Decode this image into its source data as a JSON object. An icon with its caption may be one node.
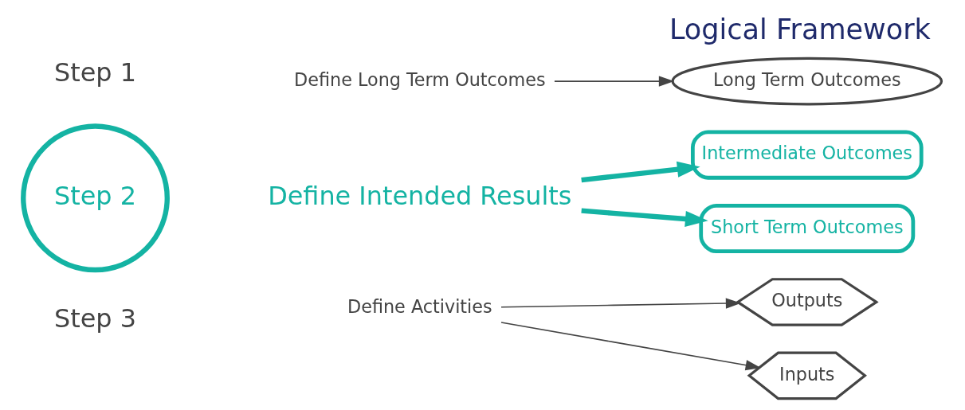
{
  "diagram": {
    "title": "Logical Framework",
    "nodes": [
      {
        "text": [
          "Define Long Term Outcomes"
        ]
      },
      {
        "text": [
          "Long Term Outcomes"
        ]
      },
      {
        "text": [
          "Step 2"
        ]
      },
      {
        "text": [
          "Define Intended Results"
        ]
      },
      {
        "text": [
          "Intermediate Outcomes"
        ]
      },
      {
        "text": [
          "Short Term Outcomes"
        ]
      },
      {
        "text": [
          "Define Activities"
        ]
      },
      {
        "text": [
          "Outputs"
        ]
      },
      {
        "text": [
          "Inputs"
        ]
      }
    ],
    "edges": [
      {
        "from": 0,
        "to": 1,
        "arrow": "to"
      },
      {
        "from": 3,
        "to": 4,
        "arrow": "to",
        "style": "thick",
        "color": "#14b3a3"
      },
      {
        "from": 3,
        "to": 5,
        "arrow": "to",
        "style": "thick",
        "color": "#14b3a3"
      },
      {
        "from": 6,
        "to": 7,
        "arrow": "to"
      },
      {
        "from": 6,
        "to": 8,
        "arrow": "to"
      }
    ],
    "labels": [
      "Step 1",
      "Step 3"
    ]
  }
}
